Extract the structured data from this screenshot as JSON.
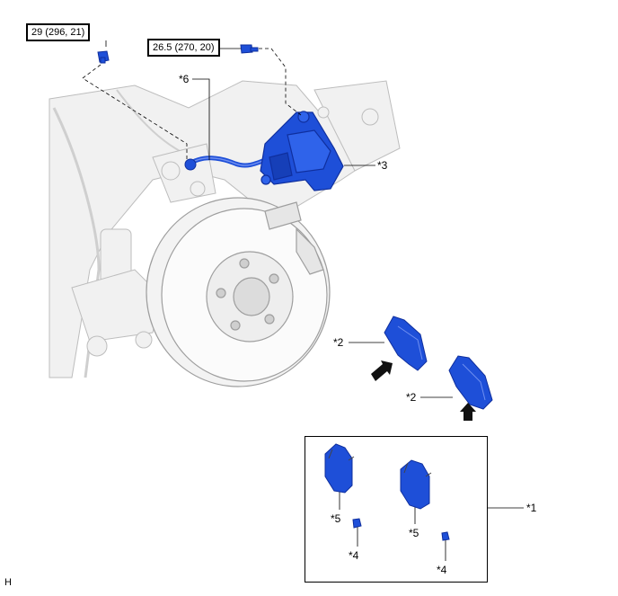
{
  "torque_labels": [
    {
      "id": "bolt-a",
      "text": "29 (296, 21)"
    },
    {
      "id": "bolt-b",
      "text": "26.5 (270, 20)"
    }
  ],
  "callouts": [
    {
      "id": "c6",
      "text": "*6"
    },
    {
      "id": "c3",
      "text": "*3"
    },
    {
      "id": "c2a",
      "text": "*2"
    },
    {
      "id": "c2b",
      "text": "*2"
    },
    {
      "id": "c1",
      "text": "*1"
    },
    {
      "id": "c5a",
      "text": "*5"
    },
    {
      "id": "c5b",
      "text": "*5"
    },
    {
      "id": "c4a",
      "text": "*4"
    },
    {
      "id": "c4b",
      "text": "*4"
    }
  ],
  "corner_code": "H",
  "colors": {
    "part_blue": "#1e4fd8",
    "part_blue_dark": "#0f2f9e",
    "line": "#000000",
    "ghost": "#d9d9d9"
  }
}
